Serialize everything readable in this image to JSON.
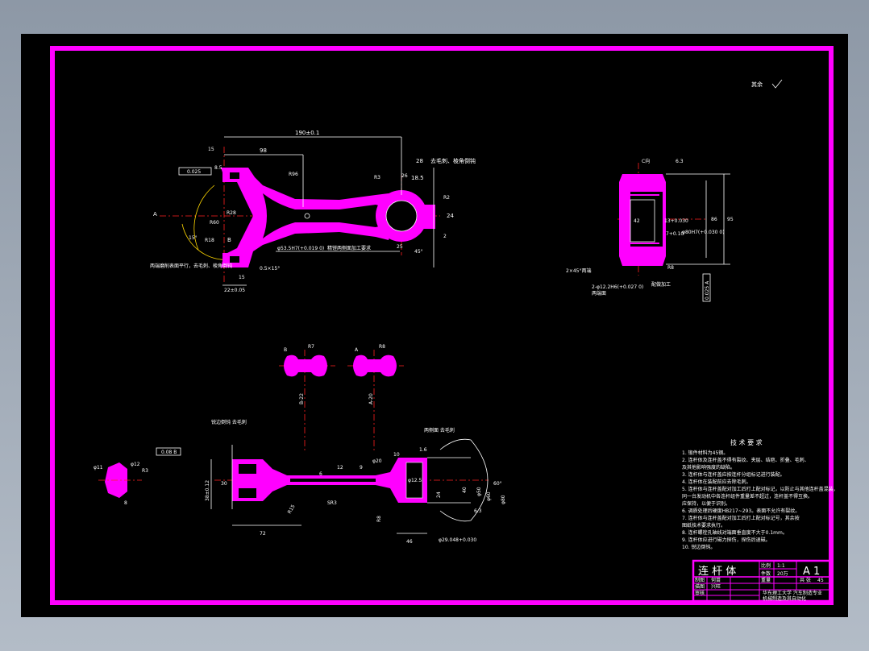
{
  "colors": {
    "frame": "#ff00ff",
    "paper": "#000000",
    "lines": "#ffffff",
    "centerline": "#ff2020",
    "background": "#8d98a6"
  },
  "roughness_note": "其余",
  "view_a": {
    "dim_190": "190±0.1",
    "dim_98": "98",
    "dim_28": "28",
    "dim_15": "15",
    "dim_85": "8.5",
    "dim_185": "18.5",
    "dim_26": "26",
    "dim_24": "24",
    "dim_r18": "R18",
    "dim_r28": "R28",
    "dim_r60": "R60",
    "dim_r96": "R96",
    "dim_r3": "R3",
    "dim_r2": "R2",
    "dim_25": "25",
    "dim_15b": "15",
    "dim_45deg": "45°",
    "dim_angle": "15°",
    "dim_bore": "φ53.5H7(+0.019 0)",
    "dim_chamfer": "0.5×15°",
    "dim_22": "22±0.05",
    "dim_2": "2",
    "tol_frame": "0.025",
    "note_bore": "精镗两侧面加工要求",
    "note_top": "去毛刺、棱角倒钝",
    "note_bottom": "两端磨削表面平行，去毛刺、棱角倒钝",
    "label_a": "A",
    "label_b": "B"
  },
  "view_b": {
    "dim_c": "C向",
    "dim_63": "6.3",
    "dim_13": "13+0.030",
    "dim_7": "7+0.10",
    "dim_42": "42",
    "dim_95": "95",
    "dim_86": "86",
    "dim_bore": "φ80H7(+0.030 0)",
    "dim_r8": "R8",
    "dim_45": "2×45°两端",
    "dim_12": "2-φ12.2H6(+0.027 0)",
    "note_a": "两端面",
    "note_b": "配做加工",
    "tol": "0.025 A"
  },
  "sections": {
    "label_b": "B",
    "label_a": "A",
    "dim_r7": "R7",
    "dim_r8": "R8",
    "dim_22": "B-22",
    "dim_20": "A-20"
  },
  "view_c": {
    "tol_frame": "0.08 B",
    "note_left": "锐边倒钝 去毛刺",
    "note_right": "两侧面 去毛刺",
    "dim_6": "6",
    "dim_12": "12",
    "dim_9": "9",
    "dim_10": "10",
    "dim_24": "24",
    "dim_40": "40",
    "dim_30": "30",
    "dim_38": "38±0.12",
    "dim_72": "72",
    "dim_46": "46",
    "dim_r15": "R15",
    "dim_r8": "R8",
    "dim_bore": "φ29.048+0.030",
    "dim_50": "φ50",
    "dim_80": "φ80",
    "dim_60": "φ60",
    "dim_63": "6.3",
    "dim_12b": "1.6",
    "dim_d": "φ20",
    "dim_s": "φ12.5",
    "dim_sr": "SR3",
    "dim_angle": "60°"
  },
  "detail": {
    "dim_11": "φ11",
    "dim_8": "8",
    "dim_12": "φ12",
    "dim_r": "R3"
  },
  "requirements": {
    "title": "技 术 要 求",
    "items": [
      "1. 锻件材料为45钢。",
      "2. 连杆体及连杆盖不得有裂纹、夹层、结疤、折叠、毛刺、",
      "   及其他影响强度的缺陷。",
      "3. 连杆体与连杆盖应按连杆分组标记进行装配。",
      "4. 连杆体在装配前应去除毛刺。",
      "5. 连杆体与连杆盖配对加工后打上配对标记，以防止与其他连杆盖混装，",
      "   同一台发动机中各连杆组件重量差不超过，连杆盖不得互换。",
      "   应保持，以便于识别。",
      "6. 调质处理后硬度HB217~293。表面不允许有裂纹。",
      "7. 连杆体与连杆盖配对加工后打上配对标记号，其余按",
      "   图纸技术要求执行。",
      "8. 连杆螺栓孔轴线对端面垂直度不大于0.1mm。",
      "9. 连杆体应进行磁力探伤，探伤后退磁。",
      "10. 锐边倒钝。"
    ]
  },
  "title_block": {
    "part_name": "连 杆 体",
    "ratio_label": "比例",
    "ratio": "1:1",
    "qty_label": "件数",
    "qty": "20万",
    "sheet_size": "A 1",
    "drawn_label": "制图",
    "drawn_by": "何苗",
    "design_label": "描图",
    "design_by": "兴旺",
    "check_label": "审核",
    "weight_label": "重量",
    "material": "45",
    "school_line1": "华东理工大学 汽车制造专业",
    "school_line2": "机械制造及其自动化",
    "sheet_label": "共 张"
  }
}
